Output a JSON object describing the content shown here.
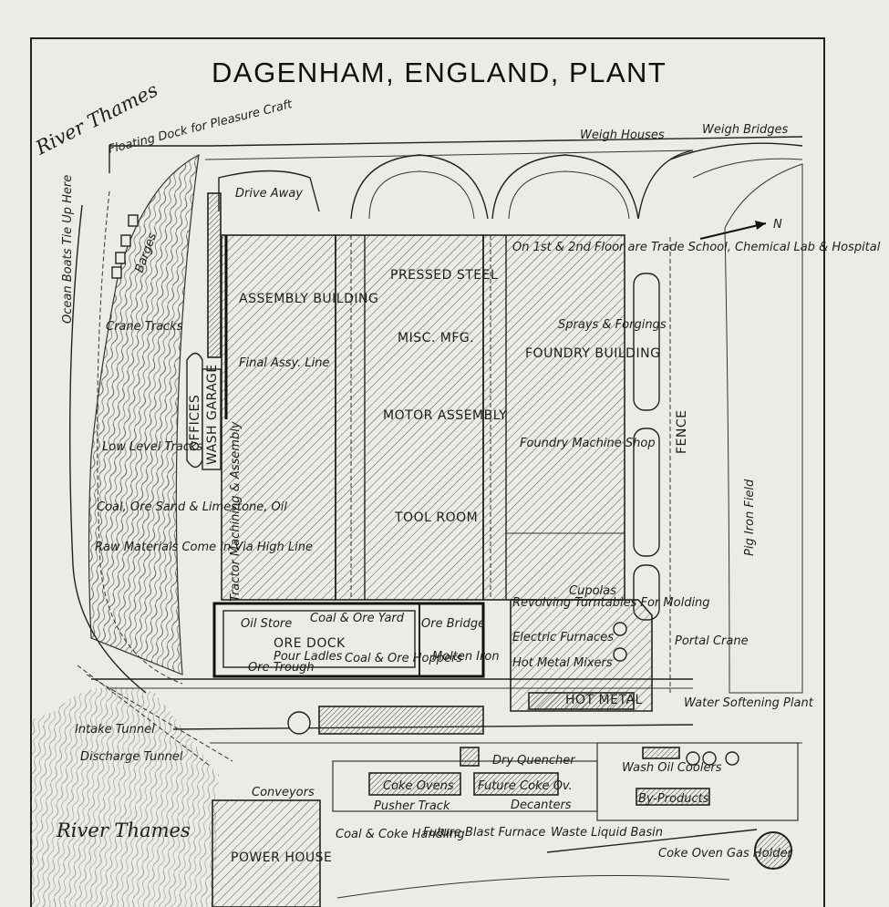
{
  "title": "DAGENHAM, ENGLAND, PLANT",
  "buildings": {
    "assembly": "ASSEMBLY BUILDING",
    "pressed_steel": "PRESSED STEEL",
    "misc_mfg": "MISC. MFG.",
    "motor_assembly": "MOTOR ASSEMBLY",
    "tool_room": "TOOL ROOM",
    "foundry": "FOUNDRY BUILDING",
    "offices": "OFFICES",
    "wash_garage": "WASH GARAGE",
    "ore_dock": "ORE DOCK",
    "power_house": "POWER HOUSE"
  },
  "labels": {
    "river_top": "River Thames",
    "river_bottom": "River Thames",
    "floating_dock": "Floating Dock for Pleasure Craft",
    "weigh_houses": "Weigh Houses",
    "weigh_bridges": "Weigh Bridges",
    "drive_away": "Drive Away",
    "ocean_boats": "Ocean Boats Tie Up Here",
    "barges": "Barges",
    "crane_tracks": "Crane Tracks",
    "final_assy": "Final Assy. Line",
    "low_level": "Low Level Tracks",
    "coal_ore": "Coal, Ore Sand & Limestone, Oil",
    "raw_materials": "Raw Materials Come in Via High Line",
    "tractor": "Tractor Machining & Assembly",
    "trade_school": "On 1st & 2nd Floor are Trade School, Chemical Lab & Hospital",
    "sprays": "Sprays & Forgings",
    "foundry_machine": "Foundry Machine Shop",
    "fence": "FENCE",
    "pig_iron": "Pig Iron Field",
    "north": "N",
    "cupolas": "Cupolas",
    "turntables": "Revolving Turntables For Molding",
    "electric_furnaces": "Electric Furnaces",
    "hot_metal_mixers": "Hot Metal Mixers",
    "hot_metal": "HOT METAL",
    "portal_crane": "Portal Crane",
    "oil_store": "Oil Store",
    "coal_ore_yard": "Coal & Ore Yard",
    "ore_bridge": "Ore Bridge",
    "pour_ladles": "Pour Ladles",
    "coal_ore_hoppers": "Coal & Ore Hoppers",
    "ore_trough": "Ore Trough",
    "molten_iron": "Molten Iron",
    "water_softening": "Water Softening Plant",
    "intake_tunnel": "Intake Tunnel",
    "discharge_tunnel": "Discharge Tunnel",
    "dry_quencher": "Dry Quencher",
    "coke_ovens": "Coke Ovens",
    "future_coke": "Future Coke Ov.",
    "wash_oil_coolers": "Wash Oil Coolers",
    "conveyors": "Conveyors",
    "pusher_track": "Pusher Track",
    "decanters": "Decanters",
    "by_products": "By-Products",
    "coal_coke": "Coal & Coke Handling",
    "future_blast": "Future Blast Furnace",
    "waste_liquid": "Waste Liquid Basin",
    "gas_holder": "Coke Oven Gas Holder"
  }
}
